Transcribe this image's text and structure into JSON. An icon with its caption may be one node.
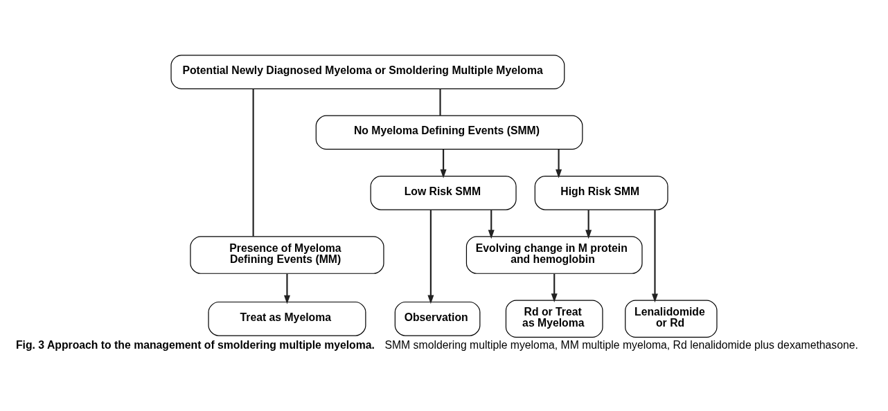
{
  "diagram": {
    "caption": "**Fig. 3 Approach to the management of smoldering multiple myeloma.** SMM smoldering multiple myeloma, MM multiple myeloma, Rd lenalidomide plus dexamethasone.",
    "nodes": [
      {
        "text": [
          "Potential Newly Diagnosed Myeloma or Smoldering Multiple Myeloma"
        ]
      },
      {
        "text": [
          "Presence of Myeloma Defining Events (MM)"
        ]
      },
      {
        "text": [
          "No Myeloma Defining Events (SMM)"
        ]
      },
      {
        "text": [
          "High Risk SMM"
        ]
      },
      {
        "text": [
          "Low Risk SMM"
        ]
      },
      {
        "text": [
          "Evolving change in M protein and hemoglobin"
        ]
      },
      {
        "text": [
          "Treat as Myeloma"
        ]
      },
      {
        "text": [
          "Lenalidomide or Rd"
        ]
      },
      {
        "text": [
          "Rd or Treat as Myeloma"
        ]
      },
      {
        "text": [
          "Observation"
        ]
      }
    ],
    "edges": [
      {
        "from": 0,
        "to": 1,
        "arrow": "none"
      },
      {
        "from": 0,
        "to": 2,
        "arrow": "none"
      },
      {
        "from": 1,
        "to": 6,
        "arrow": "to"
      },
      {
        "from": 2,
        "to": 3,
        "arrow": "to"
      },
      {
        "from": 2,
        "to": 4,
        "arrow": "to"
      },
      {
        "from": 3,
        "to": 7,
        "arrow": "to"
      },
      {
        "from": 3,
        "to": 5,
        "arrow": "to"
      },
      {
        "from": 4,
        "to": 5,
        "arrow": "to"
      },
      {
        "from": 5,
        "to": 8,
        "arrow": "to"
      },
      {
        "from": 4,
        "to": 9,
        "arrow": "to"
      }
    ]
  }
}
